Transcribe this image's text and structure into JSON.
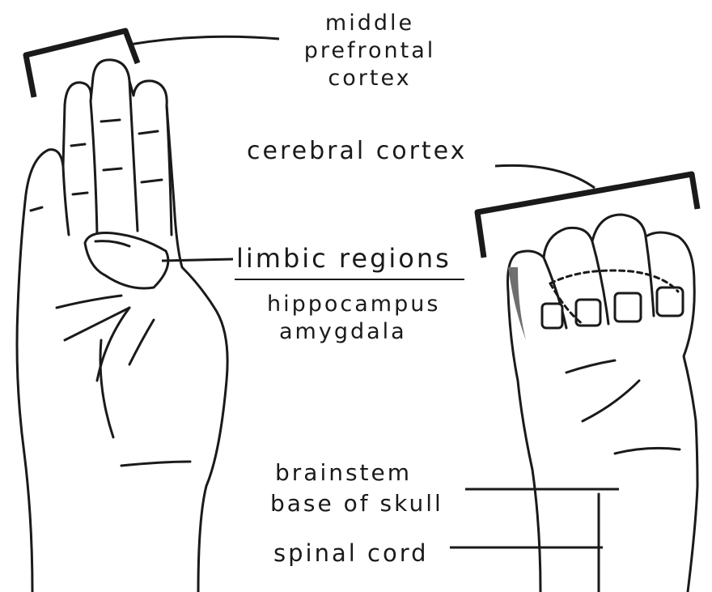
{
  "labels": {
    "middle_prefrontal_line1": "middle",
    "middle_prefrontal_line2": "prefrontal",
    "middle_prefrontal_line3": "cortex",
    "cerebral_cortex": "cerebral cortex",
    "limbic_regions": "limbic regions",
    "hippocampus": "hippocampus",
    "amygdala": "amygdala",
    "brainstem": "brainstem",
    "base_of_skull": "base of skull",
    "spinal_cord": "spinal cord"
  },
  "colors": {
    "ink": "#1a1a1a",
    "shadow": "#6f6f6f",
    "background": "#ffffff"
  }
}
